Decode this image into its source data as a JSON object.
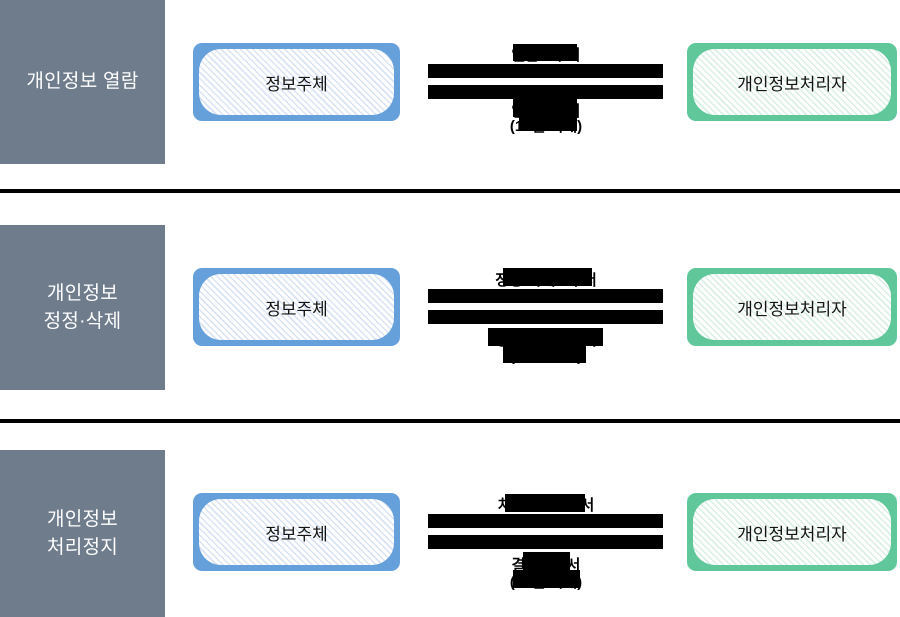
{
  "colors": {
    "row_label_bg": "#6F7C8C",
    "subject_box_border": "#66A0DB",
    "processor_box_border": "#5FC79A",
    "divider": "#000000",
    "redaction": "#000000",
    "label_text": "#FFFFFF",
    "body_text": "#000000"
  },
  "rows": [
    {
      "label_line1": "개인정보 열람",
      "label_line2": "",
      "subject": "정보주체",
      "processor": "개인정보처리자",
      "request_doc": "열람요구서",
      "response_doc": "열람통지서",
      "response_note": "(10일 이내)"
    },
    {
      "label_line1": "개인정보",
      "label_line2": "정정·삭제",
      "subject": "정보주체",
      "processor": "개인정보처리자",
      "request_doc": "정정·삭제요구서",
      "response_doc": "정정·삭제통지서",
      "response_note": "(10일 이내)"
    },
    {
      "label_line1": "개인정보",
      "label_line2": "처리정지",
      "subject": "정보주체",
      "processor": "개인정보처리자",
      "request_doc": "처리정지요구서",
      "response_doc": "결과통지서",
      "response_note": "(10일 이내)"
    }
  ]
}
